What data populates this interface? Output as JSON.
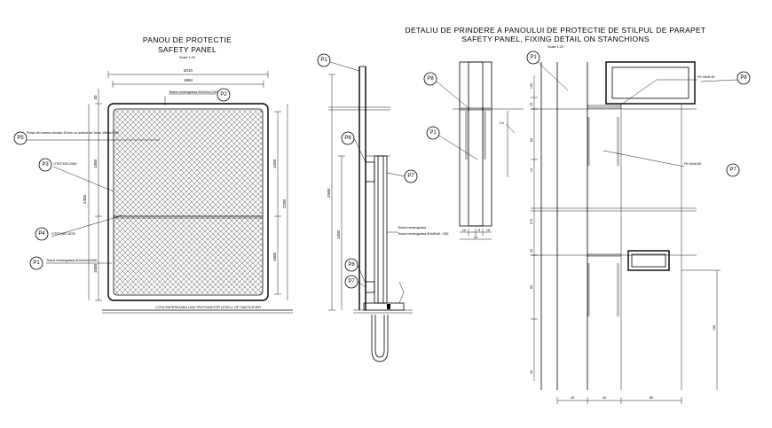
{
  "panel_view": {
    "title_ro": "PANOU DE PROTECTIE",
    "title_en": "SAFETY PANEL",
    "scale": "Scale 1:20",
    "dim_overall_width": "2010",
    "dim_inner_width": "1884",
    "dim_left_40": "40",
    "dim_left_1400": "1400",
    "dim_left_2400": "2400",
    "dim_left_1000": "1000",
    "dim_right_1200": "1200",
    "dim_right_2290": "2290",
    "dim_right_1000": "1000",
    "note_p2": "Teava rectangulara 80x40x4-2008",
    "note_p5": "Plasa din sarma zincata 40mm cu ochiuri de 3mm 1880x2280",
    "note_p3": "OTSTX60-2060",
    "note_p4": "OTSTX60-1878",
    "note_p1": "Teava rectangulara 80x40x4-2400",
    "baseline": "COTA SUPERIOARA LISA TROTUAR/TOP LEVELL OF CANTILEVER"
  },
  "section_view": {
    "dim_2500": "2500",
    "dim_1000": "1000",
    "note_tube": "Teava rectangulara 80x80x8 - 930"
  },
  "detail_view": {
    "title_ro": "DETALIU DE PRINDERE A PANOULUI  DE PROTECTIE DE STILPUL DE PARAPET",
    "title_en": "SAFETY PANEL, FIXING DETAIL ON STANCHIONS",
    "scale": "Scale 1:20",
    "note_plate1": "Pb 40x8-40",
    "note_plate2": "Pb 40x8-80",
    "dim_bottom_16a": "16",
    "dim_bottom_8": "8",
    "dim_bottom_16b": "16",
    "dim_bottom_40": "40",
    "dim_40a": "40",
    "dim_40b": "40",
    "dim_80": "80",
    "dim_150": "150",
    "dim_v_100": "100",
    "dim_v_15": "15",
    "dim_v_80": "80",
    "dim_v_10": "10",
    "dim_v_570": "570",
    "dim_v_20": "20",
    "dim_v_40": "40",
    "dim_h_3": "3 h"
  },
  "callouts": {
    "p1": "P1",
    "p2": "P2",
    "p3": "P3",
    "p4": "P4",
    "p5": "P5",
    "p6": "P6",
    "p7": "P7",
    "p8": "P8"
  }
}
